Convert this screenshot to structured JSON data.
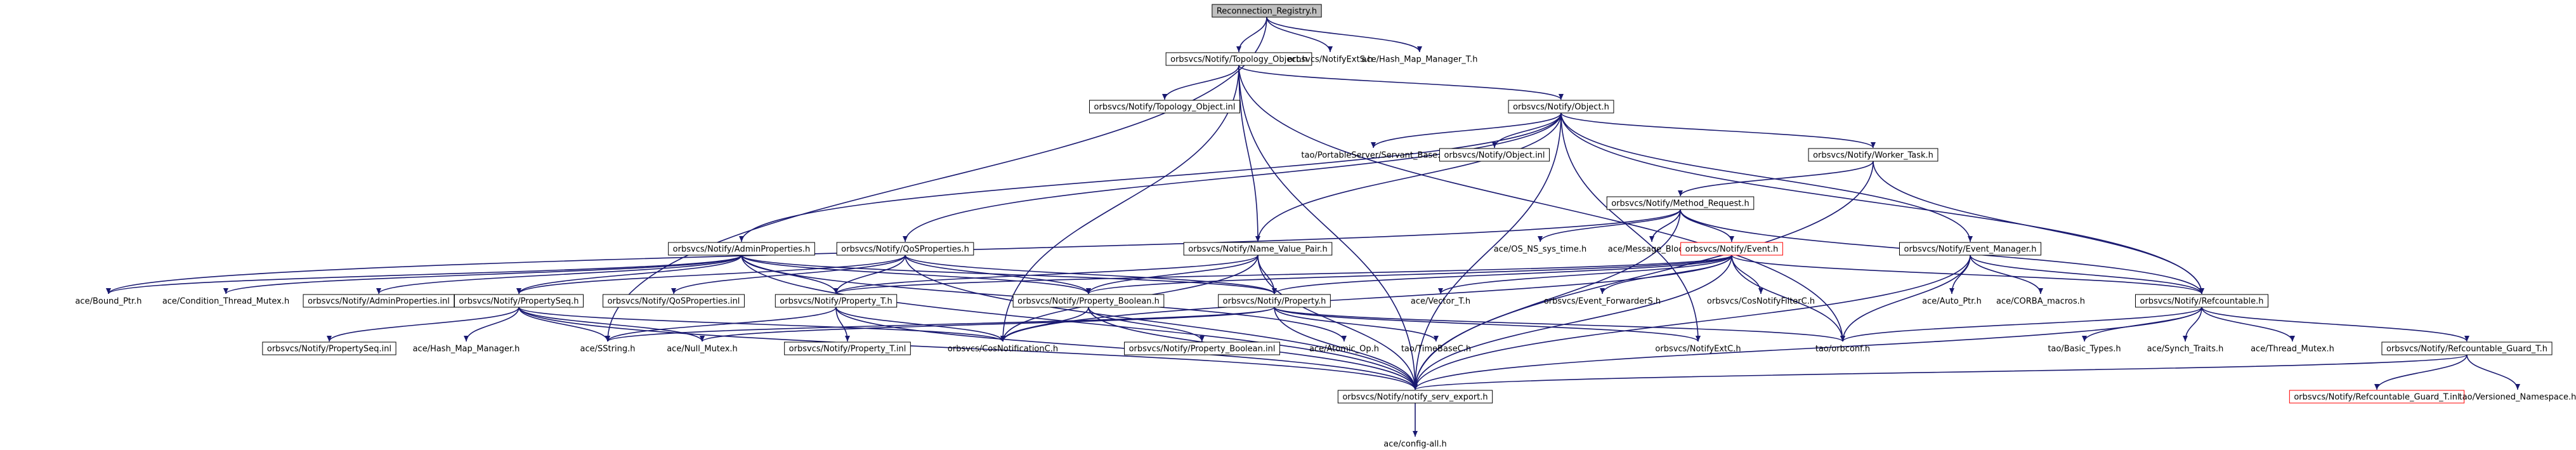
{
  "graph": {
    "nodes": [
      {
        "id": "root",
        "label": "Reconnection_Registry.h",
        "style": "highlight"
      },
      {
        "id": "topo",
        "label": "orbsvcs/Notify/Topology_Object.h",
        "style": "box"
      },
      {
        "id": "notifyexts",
        "label": "orbsvcs/NotifyExtS.h",
        "style": "plain"
      },
      {
        "id": "hashmgrT",
        "label": "ace/Hash_Map_Manager_T.h",
        "style": "plain"
      },
      {
        "id": "topoinl",
        "label": "orbsvcs/Notify/Topology_Object.inl",
        "style": "box"
      },
      {
        "id": "obj",
        "label": "orbsvcs/Notify/Object.h",
        "style": "box"
      },
      {
        "id": "servbase",
        "label": "tao/PortableServer/Servant_Base.h",
        "style": "plain"
      },
      {
        "id": "objinl",
        "label": "orbsvcs/Notify/Object.inl",
        "style": "box"
      },
      {
        "id": "worker",
        "label": "orbsvcs/Notify/Worker_Task.h",
        "style": "box"
      },
      {
        "id": "method",
        "label": "orbsvcs/Notify/Method_Request.h",
        "style": "box"
      },
      {
        "id": "adminprops",
        "label": "orbsvcs/Notify/AdminProperties.h",
        "style": "box"
      },
      {
        "id": "qosprops",
        "label": "orbsvcs/Notify/QoSProperties.h",
        "style": "box"
      },
      {
        "id": "nvpair",
        "label": "orbsvcs/Notify/Name_Value_Pair.h",
        "style": "box"
      },
      {
        "id": "ossystime",
        "label": "ace/OS_NS_sys_time.h",
        "style": "plain"
      },
      {
        "id": "msgblock",
        "label": "ace/Message_Block.h",
        "style": "plain"
      },
      {
        "id": "event",
        "label": "orbsvcs/Notify/Event.h",
        "style": "red"
      },
      {
        "id": "evmgr",
        "label": "orbsvcs/Notify/Event_Manager.h",
        "style": "box"
      },
      {
        "id": "boundptr",
        "label": "ace/Bound_Ptr.h",
        "style": "plain"
      },
      {
        "id": "condmutex",
        "label": "ace/Condition_Thread_Mutex.h",
        "style": "plain"
      },
      {
        "id": "adminpropsinl",
        "label": "orbsvcs/Notify/AdminProperties.inl",
        "style": "box"
      },
      {
        "id": "propseq",
        "label": "orbsvcs/Notify/PropertySeq.h",
        "style": "box"
      },
      {
        "id": "qospropsinl",
        "label": "orbsvcs/Notify/QoSProperties.inl",
        "style": "box"
      },
      {
        "id": "propT",
        "label": "orbsvcs/Notify/Property_T.h",
        "style": "box"
      },
      {
        "id": "propbool",
        "label": "orbsvcs/Notify/Property_Boolean.h",
        "style": "box"
      },
      {
        "id": "prop",
        "label": "orbsvcs/Notify/Property.h",
        "style": "box"
      },
      {
        "id": "vectorT",
        "label": "ace/Vector_T.h",
        "style": "plain"
      },
      {
        "id": "evfwd",
        "label": "orbsvcs/Event_ForwarderS.h",
        "style": "plain"
      },
      {
        "id": "cosfilter",
        "label": "orbsvcs/CosNotifyFilterC.h",
        "style": "plain"
      },
      {
        "id": "autoptr",
        "label": "ace/Auto_Ptr.h",
        "style": "plain"
      },
      {
        "id": "corbamacros",
        "label": "ace/CORBA_macros.h",
        "style": "plain"
      },
      {
        "id": "refcount",
        "label": "orbsvcs/Notify/Refcountable.h",
        "style": "box"
      },
      {
        "id": "propseqinl",
        "label": "orbsvcs/Notify/PropertySeq.inl",
        "style": "box"
      },
      {
        "id": "hashmgr",
        "label": "ace/Hash_Map_Manager.h",
        "style": "plain"
      },
      {
        "id": "sstring",
        "label": "ace/SString.h",
        "style": "plain"
      },
      {
        "id": "nullmutex",
        "label": "ace/Null_Mutex.h",
        "style": "plain"
      },
      {
        "id": "propTinl",
        "label": "orbsvcs/Notify/Property_T.inl",
        "style": "box"
      },
      {
        "id": "cosnotif",
        "label": "orbsvcs/CosNotificationC.h",
        "style": "plain"
      },
      {
        "id": "propboolinl",
        "label": "orbsvcs/Notify/Property_Boolean.inl",
        "style": "box"
      },
      {
        "id": "atomicop",
        "label": "ace/Atomic_Op.h",
        "style": "plain"
      },
      {
        "id": "timebase",
        "label": "tao/TimeBaseC.h",
        "style": "plain"
      },
      {
        "id": "notifyextc",
        "label": "orbsvcs/NotifyExtC.h",
        "style": "plain"
      },
      {
        "id": "orbconf",
        "label": "tao/orbconf.h",
        "style": "plain"
      },
      {
        "id": "basictypes",
        "label": "tao/Basic_Types.h",
        "style": "plain"
      },
      {
        "id": "synchtraits",
        "label": "ace/Synch_Traits.h",
        "style": "plain"
      },
      {
        "id": "threadmutex",
        "label": "ace/Thread_Mutex.h",
        "style": "plain"
      },
      {
        "id": "refguard",
        "label": "orbsvcs/Notify/Refcountable_Guard_T.h",
        "style": "box"
      },
      {
        "id": "export",
        "label": "orbsvcs/Notify/notify_serv_export.h",
        "style": "box"
      },
      {
        "id": "refguardinl",
        "label": "orbsvcs/Notify/Refcountable_Guard_T.inl",
        "style": "red"
      },
      {
        "id": "versioned",
        "label": "tao/Versioned_Namespace.h",
        "style": "plain"
      },
      {
        "id": "configall",
        "label": "ace/config-all.h",
        "style": "plain"
      }
    ],
    "edges": [
      [
        "root",
        "topo"
      ],
      [
        "root",
        "notifyexts"
      ],
      [
        "root",
        "hashmgrT"
      ],
      [
        "root",
        "sstring"
      ],
      [
        "topo",
        "topoinl"
      ],
      [
        "topo",
        "obj"
      ],
      [
        "topo",
        "nvpair"
      ],
      [
        "topo",
        "export"
      ],
      [
        "topo",
        "orbconf"
      ],
      [
        "topo",
        "cosnotif"
      ],
      [
        "obj",
        "servbase"
      ],
      [
        "obj",
        "objinl"
      ],
      [
        "obj",
        "worker"
      ],
      [
        "obj",
        "evmgr"
      ],
      [
        "obj",
        "adminprops"
      ],
      [
        "obj",
        "qosprops"
      ],
      [
        "obj",
        "refcount"
      ],
      [
        "obj",
        "export"
      ],
      [
        "obj",
        "notifyextc"
      ],
      [
        "obj",
        "nvpair"
      ],
      [
        "worker",
        "method"
      ],
      [
        "worker",
        "refcount"
      ],
      [
        "worker",
        "export"
      ],
      [
        "method",
        "event"
      ],
      [
        "method",
        "ossystime"
      ],
      [
        "method",
        "msgblock"
      ],
      [
        "method",
        "refcount"
      ],
      [
        "method",
        "export"
      ],
      [
        "method",
        "boundptr"
      ],
      [
        "event",
        "prop"
      ],
      [
        "event",
        "propT"
      ],
      [
        "event",
        "cosfilter"
      ],
      [
        "event",
        "evfwd"
      ],
      [
        "event",
        "vectorT"
      ],
      [
        "event",
        "refcount"
      ],
      [
        "event",
        "export"
      ],
      [
        "event",
        "propbool"
      ],
      [
        "event",
        "orbconf"
      ],
      [
        "event",
        "cosnotif"
      ],
      [
        "evmgr",
        "refcount"
      ],
      [
        "evmgr",
        "autoptr"
      ],
      [
        "evmgr",
        "corbamacros"
      ],
      [
        "evmgr",
        "export"
      ],
      [
        "evmgr",
        "orbconf"
      ],
      [
        "adminprops",
        "boundptr"
      ],
      [
        "adminprops",
        "condmutex"
      ],
      [
        "adminprops",
        "adminpropsinl"
      ],
      [
        "adminprops",
        "propseq"
      ],
      [
        "adminprops",
        "propT"
      ],
      [
        "adminprops",
        "propbool"
      ],
      [
        "adminprops",
        "prop"
      ],
      [
        "adminprops",
        "atomicop"
      ],
      [
        "adminprops",
        "export"
      ],
      [
        "qosprops",
        "qospropsinl"
      ],
      [
        "qosprops",
        "propseq"
      ],
      [
        "qosprops",
        "propT"
      ],
      [
        "qosprops",
        "propbool"
      ],
      [
        "qosprops",
        "prop"
      ],
      [
        "qosprops",
        "export"
      ],
      [
        "nvpair",
        "prop"
      ],
      [
        "nvpair",
        "propbool"
      ],
      [
        "nvpair",
        "propT"
      ],
      [
        "nvpair",
        "export"
      ],
      [
        "nvpair",
        "cosnotif"
      ],
      [
        "propseq",
        "propseqinl"
      ],
      [
        "propseq",
        "hashmgr"
      ],
      [
        "propseq",
        "sstring"
      ],
      [
        "propseq",
        "nullmutex"
      ],
      [
        "propseq",
        "cosnotif"
      ],
      [
        "propseq",
        "export"
      ],
      [
        "propT",
        "propTinl"
      ],
      [
        "propT",
        "export"
      ],
      [
        "propT",
        "cosnotif"
      ],
      [
        "propT",
        "sstring"
      ],
      [
        "propbool",
        "propboolinl"
      ],
      [
        "propbool",
        "export"
      ],
      [
        "propbool",
        "cosnotif"
      ],
      [
        "prop",
        "timebase"
      ],
      [
        "prop",
        "export"
      ],
      [
        "prop",
        "notifyextc"
      ],
      [
        "prop",
        "orbconf"
      ],
      [
        "prop",
        "nullmutex"
      ],
      [
        "prop",
        "sstring"
      ],
      [
        "refcount",
        "basictypes"
      ],
      [
        "refcount",
        "synchtraits"
      ],
      [
        "refcount",
        "threadmutex"
      ],
      [
        "refcount",
        "refguard"
      ],
      [
        "refcount",
        "export"
      ],
      [
        "refcount",
        "orbconf"
      ],
      [
        "refguard",
        "refguardinl"
      ],
      [
        "refguard",
        "versioned"
      ],
      [
        "refguard",
        "export"
      ],
      [
        "export",
        "configall"
      ]
    ]
  },
  "colors": {
    "edge": "#191970",
    "box_stroke": "#000000",
    "red_stroke": "#ff0000",
    "highlight_fill": "#bfbfbf",
    "text": "#000000"
  }
}
